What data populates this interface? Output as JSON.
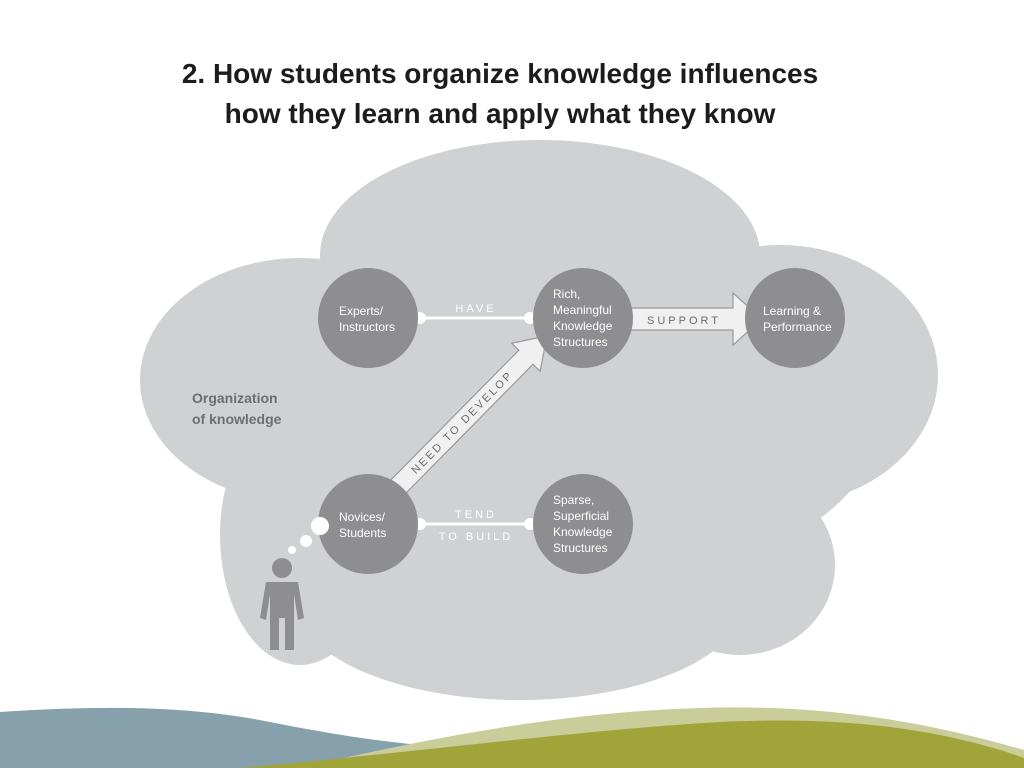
{
  "slide": {
    "title_line1": "2. How students organize knowledge influences",
    "title_line2": "how they learn and apply what they know"
  },
  "diagram": {
    "section_label": [
      "Organization",
      "of knowledge"
    ],
    "nodes": {
      "experts": [
        "Experts/",
        "Instructors"
      ],
      "rich": [
        "Rich,",
        "Meaningful",
        "Knowledge",
        "Structures"
      ],
      "learning": [
        "Learning &",
        "Performance"
      ],
      "novices": [
        "Novices/",
        "Students"
      ],
      "sparse": [
        "Sparse,",
        "Superficial",
        "Knowledge",
        "Structures"
      ]
    },
    "connectors": {
      "have": "HAVE",
      "support": "SUPPORT",
      "need_to_develop": "NEED TO DEVELOP",
      "tend": "TEND",
      "to_build": "TO BUILD"
    }
  },
  "colors": {
    "cloud": "#d0d1d3",
    "node": "#8e8e90",
    "node_text": "#ffffff",
    "arrow_fill": "#f0f0f0",
    "arrow_stroke": "#9a9a9c",
    "arrow_text": "#6b6b6d",
    "label_text": "#6e6e70",
    "person": "#8e8e90",
    "wave_blue": "#86a1ab",
    "wave_green": "#a1a539",
    "wave_light": "#c9cd9a"
  }
}
